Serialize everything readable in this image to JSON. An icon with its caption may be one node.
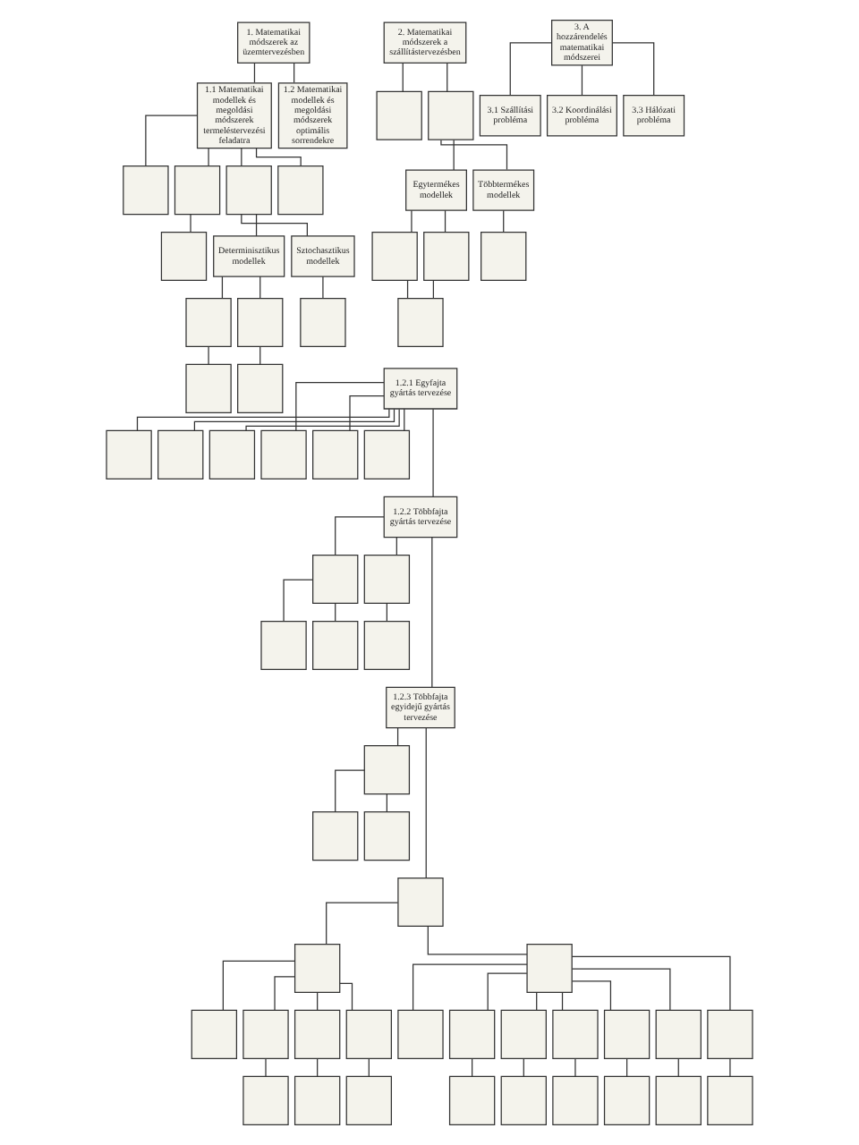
{
  "diagram": {
    "nodes": [
      {
        "text": [
          "1. Matematikai módszerek az üzemtervezésben"
        ]
      },
      {
        "text": [
          "2. Matematikai módszerek a szállítástervezésben"
        ]
      },
      {
        "text": [
          "3. A hozzárendelés matematikai módszerei"
        ]
      },
      {
        "text": [
          "1.1 Matematikai modellek és megoldási módszerek termeléstervezési feladatra"
        ]
      },
      {
        "text": [
          "1.2 Matematikai modellek és megoldási módszerek optimális sorrendekre"
        ]
      },
      {
        "text": [],
        "shape": "box"
      },
      {
        "text": [],
        "shape": "box"
      },
      {
        "text": [
          "3.1 Szállítási probléma"
        ]
      },
      {
        "text": [
          "3.2 Koordinálási probléma"
        ]
      },
      {
        "text": [
          "3.3 Hálózati probléma"
        ]
      },
      {
        "text": [],
        "shape": "box"
      },
      {
        "text": [],
        "shape": "box"
      },
      {
        "text": [],
        "shape": "box"
      },
      {
        "text": [],
        "shape": "box"
      },
      {
        "text": [
          "Egytermékes modellek"
        ]
      },
      {
        "text": [
          "Többtermékes modellek"
        ]
      },
      {
        "text": [],
        "shape": "box"
      },
      {
        "text": [
          "Determinisztikus modellek"
        ]
      },
      {
        "text": [
          "Sztochasztikus modellek"
        ]
      },
      {
        "text": [],
        "shape": "box"
      },
      {
        "text": [],
        "shape": "box"
      },
      {
        "text": [],
        "shape": "box"
      },
      {
        "text": [],
        "shape": "box"
      },
      {
        "text": [],
        "shape": "box"
      },
      {
        "text": [],
        "shape": "box"
      },
      {
        "text": [],
        "shape": "box"
      },
      {
        "text": [],
        "shape": "box"
      },
      {
        "text": [],
        "shape": "box"
      },
      {
        "text": [
          "1.2.1 Egyfajta gyártás tervezése"
        ]
      },
      {
        "text": [],
        "shape": "box"
      },
      {
        "text": [],
        "shape": "box"
      },
      {
        "text": [],
        "shape": "box"
      },
      {
        "text": [],
        "shape": "box"
      },
      {
        "text": [],
        "shape": "box"
      },
      {
        "text": [],
        "shape": "box"
      },
      {
        "text": [
          "1.2.2 Többfajta gyártás tervezése"
        ]
      },
      {
        "text": [],
        "shape": "box"
      },
      {
        "text": [],
        "shape": "box"
      },
      {
        "text": [],
        "shape": "box"
      },
      {
        "text": [],
        "shape": "box"
      },
      {
        "text": [],
        "shape": "box"
      },
      {
        "text": [
          "1.2.3 Többfajta egyidejű gyártás tervezése"
        ]
      },
      {
        "text": [],
        "shape": "box"
      },
      {
        "text": [],
        "shape": "box"
      },
      {
        "text": [],
        "shape": "box"
      },
      {
        "text": [],
        "shape": "box"
      },
      {
        "text": [],
        "shape": "box"
      },
      {
        "text": [],
        "shape": "box"
      },
      {
        "text": [],
        "shape": "box"
      },
      {
        "text": [],
        "shape": "box"
      },
      {
        "text": [],
        "shape": "box"
      },
      {
        "text": [],
        "shape": "box"
      },
      {
        "text": [],
        "shape": "box"
      },
      {
        "text": [],
        "shape": "box"
      },
      {
        "text": [],
        "shape": "box"
      },
      {
        "text": [],
        "shape": "box"
      },
      {
        "text": [],
        "shape": "box"
      },
      {
        "text": [],
        "shape": "box"
      },
      {
        "text": [],
        "shape": "box"
      },
      {
        "text": [],
        "shape": "box"
      },
      {
        "text": [],
        "shape": "box"
      },
      {
        "text": [],
        "shape": "box"
      },
      {
        "text": [],
        "shape": "box"
      },
      {
        "text": [],
        "shape": "box"
      },
      {
        "text": [],
        "shape": "box"
      },
      {
        "text": [],
        "shape": "box"
      },
      {
        "text": [],
        "shape": "box"
      },
      {
        "text": [],
        "shape": "box"
      }
    ],
    "edges": [
      {
        "from": 0,
        "to": 3,
        "arrow": "none"
      },
      {
        "from": 0,
        "to": 4,
        "arrow": "none"
      },
      {
        "from": 1,
        "to": 5,
        "arrow": "none"
      },
      {
        "from": 1,
        "to": 6,
        "arrow": "none"
      },
      {
        "from": 2,
        "to": 7,
        "arrow": "none"
      },
      {
        "from": 2,
        "to": 8,
        "arrow": "none"
      },
      {
        "from": 2,
        "to": 9,
        "arrow": "none"
      },
      {
        "from": 3,
        "to": 10,
        "arrow": "none"
      },
      {
        "from": 3,
        "to": 11,
        "arrow": "none"
      },
      {
        "from": 3,
        "to": 12,
        "arrow": "none"
      },
      {
        "from": 3,
        "to": 13,
        "arrow": "none"
      },
      {
        "from": 6,
        "to": 14,
        "arrow": "none"
      },
      {
        "from": 6,
        "to": 15,
        "arrow": "none"
      },
      {
        "from": 11,
        "to": 16,
        "arrow": "none"
      },
      {
        "from": 12,
        "to": 17,
        "arrow": "none"
      },
      {
        "from": 12,
        "to": 18,
        "arrow": "none"
      },
      {
        "from": 14,
        "to": 19,
        "arrow": "none"
      },
      {
        "from": 14,
        "to": 20,
        "arrow": "none"
      },
      {
        "from": 15,
        "to": 21,
        "arrow": "none"
      },
      {
        "from": 17,
        "to": 22,
        "arrow": "none"
      },
      {
        "from": 17,
        "to": 23,
        "arrow": "none"
      },
      {
        "from": 18,
        "to": 24,
        "arrow": "none"
      },
      {
        "from": 22,
        "to": 25,
        "arrow": "none"
      },
      {
        "from": 23,
        "to": 26,
        "arrow": "none"
      },
      {
        "from": 19,
        "to": 27,
        "arrow": "none"
      },
      {
        "from": 20,
        "to": 27,
        "arrow": "none"
      },
      {
        "from": 28,
        "to": 29,
        "arrow": "none"
      },
      {
        "from": 28,
        "to": 30,
        "arrow": "none"
      },
      {
        "from": 28,
        "to": 31,
        "arrow": "none"
      },
      {
        "from": 28,
        "to": 32,
        "arrow": "none"
      },
      {
        "from": 28,
        "to": 33,
        "arrow": "none"
      },
      {
        "from": 28,
        "to": 34,
        "arrow": "none"
      },
      {
        "from": 28,
        "to": 35,
        "arrow": "none"
      },
      {
        "from": 35,
        "to": 36,
        "arrow": "none"
      },
      {
        "from": 35,
        "to": 37,
        "arrow": "none"
      },
      {
        "from": 36,
        "to": 38,
        "arrow": "none"
      },
      {
        "from": 36,
        "to": 39,
        "arrow": "none"
      },
      {
        "from": 37,
        "to": 40,
        "arrow": "none"
      },
      {
        "from": 35,
        "to": 41,
        "arrow": "none"
      },
      {
        "from": 41,
        "to": 42,
        "arrow": "none"
      },
      {
        "from": 42,
        "to": 43,
        "arrow": "none"
      },
      {
        "from": 42,
        "to": 44,
        "arrow": "none"
      },
      {
        "from": 41,
        "to": 45,
        "arrow": "none"
      },
      {
        "from": 45,
        "to": 46,
        "arrow": "none"
      },
      {
        "from": 45,
        "to": 47,
        "arrow": "none"
      },
      {
        "from": 46,
        "to": 48,
        "arrow": "none"
      },
      {
        "from": 46,
        "to": 49,
        "arrow": "none"
      },
      {
        "from": 46,
        "to": 50,
        "arrow": "none"
      },
      {
        "from": 46,
        "to": 51,
        "arrow": "none"
      },
      {
        "from": 47,
        "to": 52,
        "arrow": "none"
      },
      {
        "from": 47,
        "to": 53,
        "arrow": "none"
      },
      {
        "from": 47,
        "to": 54,
        "arrow": "none"
      },
      {
        "from": 47,
        "to": 55,
        "arrow": "none"
      },
      {
        "from": 47,
        "to": 56,
        "arrow": "none"
      },
      {
        "from": 47,
        "to": 57,
        "arrow": "none"
      },
      {
        "from": 47,
        "to": 58,
        "arrow": "none"
      },
      {
        "from": 49,
        "to": 59,
        "arrow": "none"
      },
      {
        "from": 50,
        "to": 60,
        "arrow": "none"
      },
      {
        "from": 51,
        "to": 61,
        "arrow": "none"
      },
      {
        "from": 53,
        "to": 62,
        "arrow": "none"
      },
      {
        "from": 54,
        "to": 63,
        "arrow": "none"
      },
      {
        "from": 55,
        "to": 64,
        "arrow": "none"
      },
      {
        "from": 56,
        "to": 65,
        "arrow": "none"
      },
      {
        "from": 57,
        "to": 66,
        "arrow": "none"
      },
      {
        "from": 58,
        "to": 67,
        "arrow": "none"
      }
    ]
  }
}
